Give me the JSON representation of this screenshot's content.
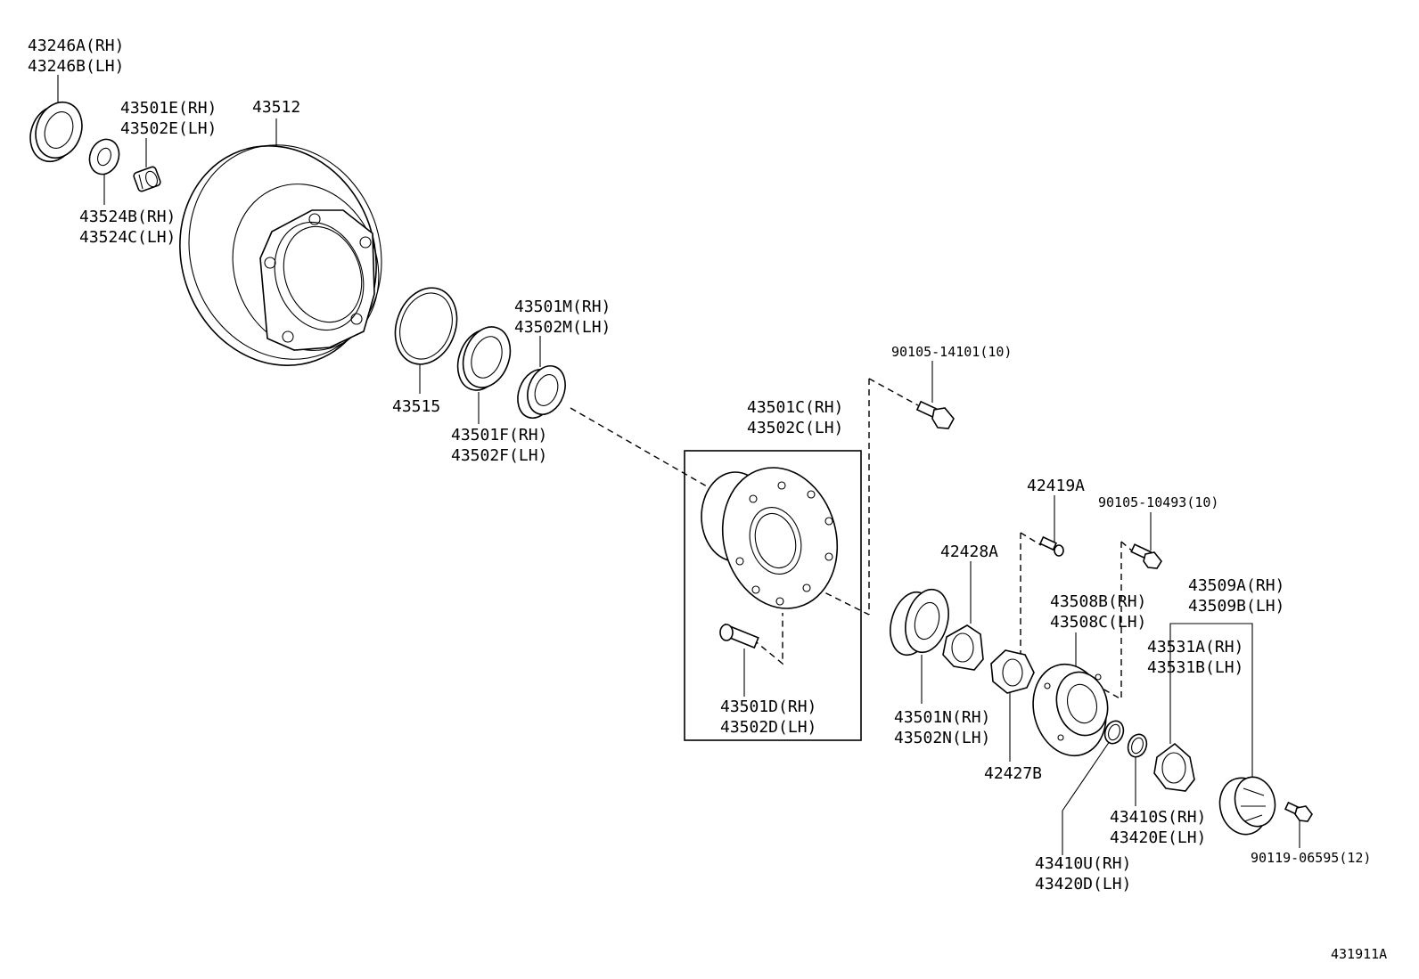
{
  "diagram_id": "431911A",
  "labels": {
    "p43246": [
      "43246A(RH)",
      "43246B(LH)"
    ],
    "p43501E": [
      "43501E(RH)",
      "43502E(LH)"
    ],
    "p43512": [
      "43512"
    ],
    "p43524": [
      "43524B(RH)",
      "43524C(LH)"
    ],
    "p43501M": [
      "43501M(RH)",
      "43502M(LH)"
    ],
    "p43515": [
      "43515"
    ],
    "p43501F": [
      "43501F(RH)",
      "43502F(LH)"
    ],
    "p90105_14101": [
      "90105-14101(10)"
    ],
    "p43501C": [
      "43501C(RH)",
      "43502C(LH)"
    ],
    "p43501D": [
      "43501D(RH)",
      "43502D(LH)"
    ],
    "p42419A": [
      "42419A"
    ],
    "p90105_10493": [
      "90105-10493(10)"
    ],
    "p42428A": [
      "42428A"
    ],
    "p43509": [
      "43509A(RH)",
      "43509B(LH)"
    ],
    "p43508": [
      "43508B(RH)",
      "43508C(LH)"
    ],
    "p43531": [
      "43531A(RH)",
      "43531B(LH)"
    ],
    "p43501N": [
      "43501N(RH)",
      "43502N(LH)"
    ],
    "p42427B": [
      "42427B"
    ],
    "p43410S": [
      "43410S(RH)",
      "43420E(LH)"
    ],
    "p90119": [
      "90119-06595(12)"
    ],
    "p43410U": [
      "43410U(RH)",
      "43420D(LH)"
    ]
  }
}
